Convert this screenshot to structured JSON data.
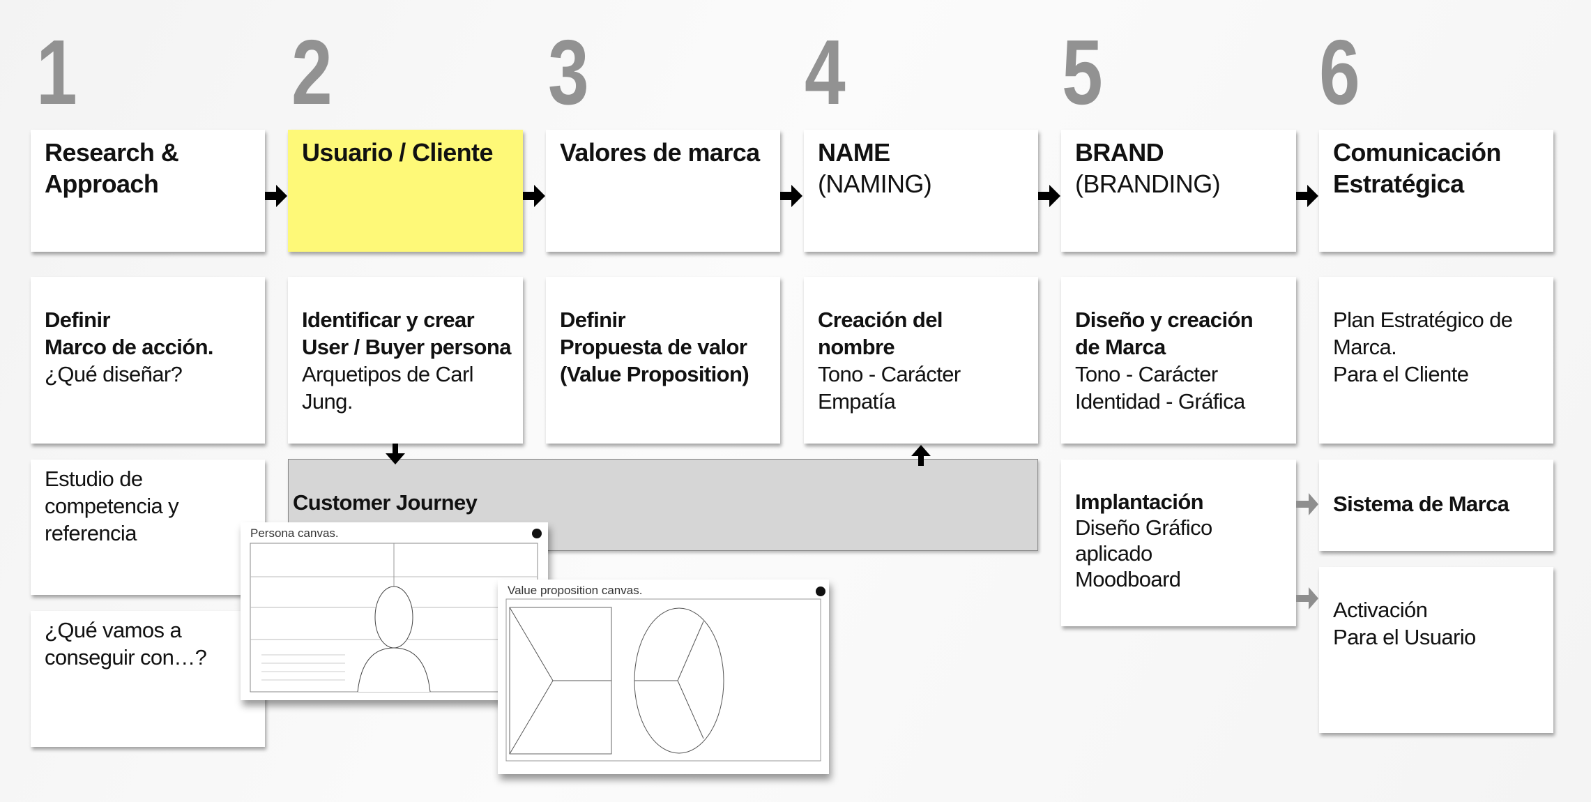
{
  "steps": [
    {
      "number": "1",
      "title": "Research &",
      "title2": "Approach",
      "subtitle": ""
    },
    {
      "number": "2",
      "title": "Usuario / Cliente",
      "title2": "",
      "subtitle": ""
    },
    {
      "number": "3",
      "title": "Valores de marca",
      "title2": "",
      "subtitle": ""
    },
    {
      "number": "4",
      "title": "NAME",
      "title2": "",
      "subtitle": "(NAMING)"
    },
    {
      "number": "5",
      "title": "BRAND",
      "title2": "",
      "subtitle": "(BRANDING)"
    },
    {
      "number": "6",
      "title": "Comunicación",
      "title2": "Estratégica",
      "subtitle": ""
    }
  ],
  "details": [
    {
      "bold": [
        "Definir",
        "Marco de acción."
      ],
      "text": [
        "¿Qué diseñar?"
      ]
    },
    {
      "bold": [
        "Identificar y crear",
        "User / Buyer persona"
      ],
      "text": [
        "Arquetipos de Carl",
        "Jung."
      ]
    },
    {
      "bold": [
        "Definir",
        "Propuesta de valor",
        "(Value Proposition)"
      ],
      "text": []
    },
    {
      "bold": [
        "Creación del",
        "nombre"
      ],
      "text": [
        "Tono - Carácter",
        "Empatía"
      ]
    },
    {
      "bold": [
        "Diseño y creación",
        "de Marca"
      ],
      "text": [
        "Tono - Carácter",
        "Identidad - Gráfica"
      ]
    },
    {
      "bold": [],
      "text": [
        "Plan Estratégico de",
        "Marca.",
        "Para el Cliente"
      ]
    }
  ],
  "research_extra": {
    "estudio": [
      "Estudio de",
      "competencia y",
      "referencia"
    ],
    "conseguir": [
      "¿Qué vamos a",
      "conseguir  con…?"
    ]
  },
  "customer_journey": "Customer Journey",
  "implantacion": {
    "title": "Implantación",
    "lines": [
      "Diseño Gráfico",
      "aplicado",
      "Moodboard"
    ]
  },
  "sistema": "Sistema de Marca",
  "activacion": [
    "Activación",
    "Para el Usuario"
  ],
  "canvases": {
    "persona": "Persona canvas.",
    "value": "Value proposition canvas."
  },
  "colors": {
    "highlight": "#fef978",
    "number": "#929292",
    "journey": "#d6d6d6"
  }
}
